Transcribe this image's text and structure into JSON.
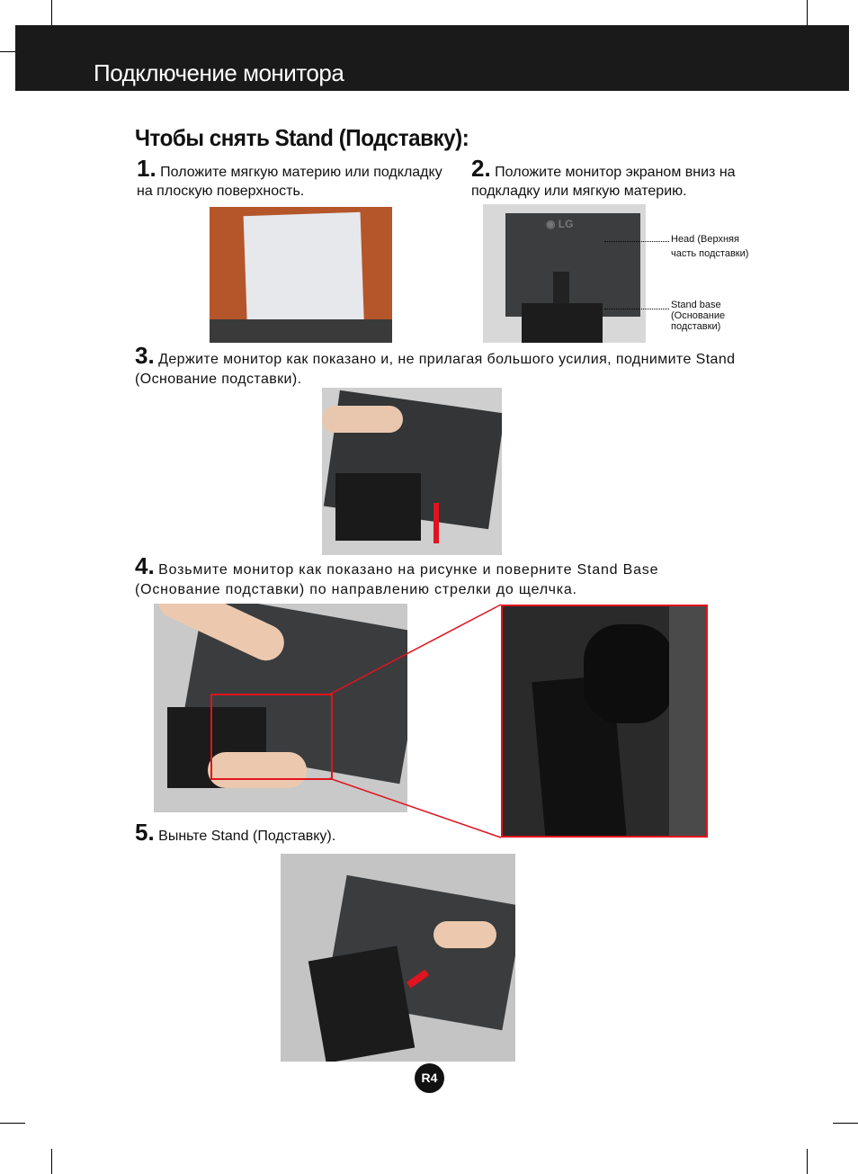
{
  "header": {
    "title": "Подключение монитора"
  },
  "section_title": "Чтобы снять Stand (Подставку):",
  "steps": [
    {
      "num": "1.",
      "text": "Положите мягкую материю или подкладку на плоскую поверхность."
    },
    {
      "num": "2.",
      "text": "Положите монитор экраном вниз на подкладку или мягкую материю."
    },
    {
      "num": "3.",
      "text": "Держите монитор как показано и, не прилагая большого усилия, поднимите Stand (Основание подставки)."
    },
    {
      "num": "4.",
      "text": "Возьмите монитор как показано на рисунке и поверните Stand Base (Основание подставки) по направлению стрелки до щелчка."
    },
    {
      "num": "5.",
      "text": "Выньте Stand (Подставку)."
    }
  ],
  "callouts": {
    "head": "Head (Верхняя часть подставки)",
    "base": "Stand base (Основание подставки)"
  },
  "logo": "LG",
  "page_number": "R4",
  "colors": {
    "accent": "#e0141e",
    "header_bg": "#1a1a1a"
  }
}
